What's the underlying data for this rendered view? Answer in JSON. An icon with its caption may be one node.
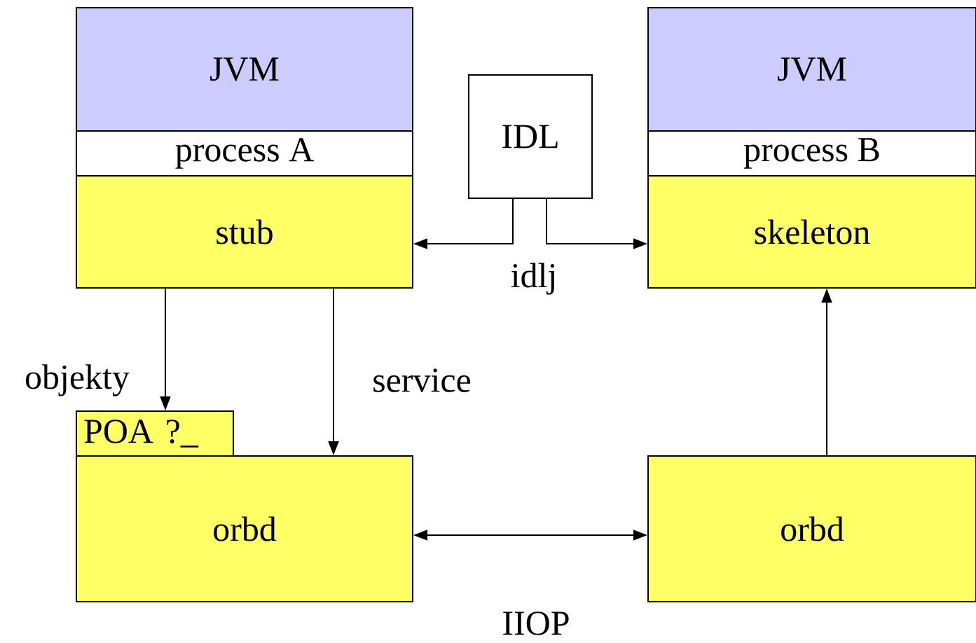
{
  "diagram": {
    "nodes": [
      {
        "text": [
          "JVM"
        ]
      },
      {
        "text": [
          "process A"
        ]
      },
      {
        "text": [
          "stub"
        ]
      },
      {
        "text": [
          "IDL"
        ]
      },
      {
        "text": [
          "JVM"
        ]
      },
      {
        "text": [
          "process B"
        ]
      },
      {
        "text": [
          "skeleton"
        ]
      },
      {
        "text": [
          "POA ?_"
        ]
      },
      {
        "text": [
          "orbd"
        ]
      },
      {
        "text": [
          "orbd"
        ]
      }
    ],
    "edges": [
      {
        "from": 3,
        "to": 2,
        "arrow": "to"
      },
      {
        "from": 3,
        "to": 6,
        "arrow": "to"
      },
      {
        "from": 2,
        "to": 7,
        "arrow": "to",
        "label": "objekty"
      },
      {
        "from": 2,
        "to": 8,
        "arrow": "to",
        "label": "service"
      },
      {
        "from": 8,
        "to": 9,
        "arrow": "both",
        "label": "IIOP"
      },
      {
        "from": 9,
        "to": 6,
        "arrow": "to"
      }
    ],
    "labels": [
      "idlj"
    ]
  }
}
